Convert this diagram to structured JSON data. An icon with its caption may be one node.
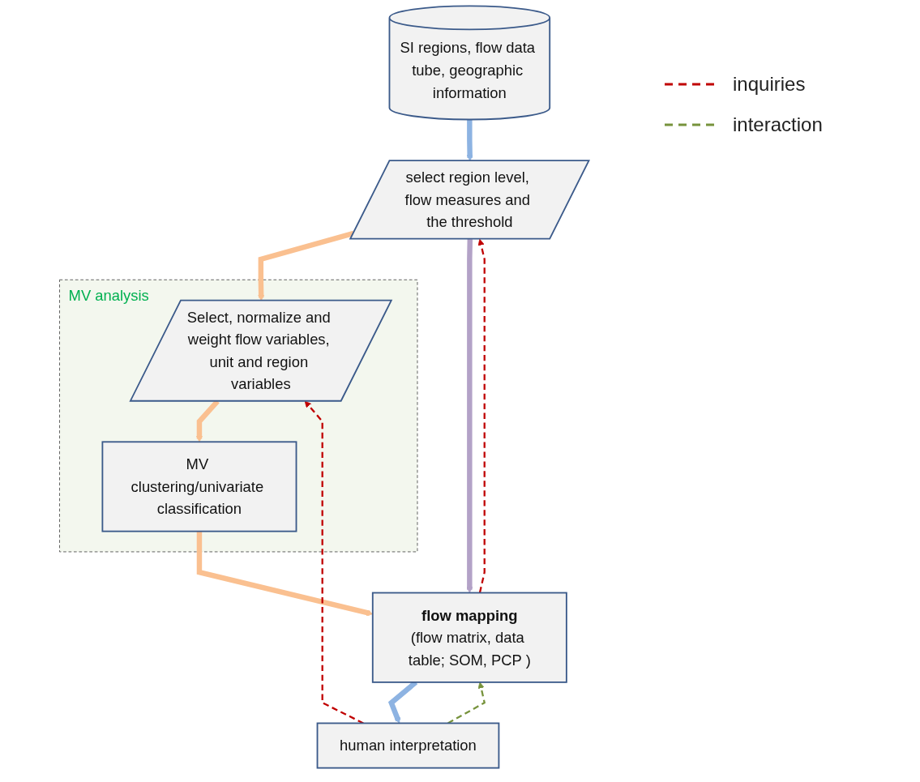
{
  "diagram": {
    "nodes": [
      {
        "text": [
          "SI regions, flow data tube, geographic information"
        ]
      },
      {
        "text": [
          "select region level, flow measures and the threshold"
        ]
      },
      {
        "text": [
          "MV analysis"
        ]
      },
      {
        "text": [
          "Select, normalize and weight flow variables, unit and region variables"
        ],
        "in": 2
      },
      {
        "text": [
          "MV clustering/univariate classification"
        ],
        "in": 2
      },
      {
        "text": [
          "flow mapping",
          "(flow matrix, data table; SOM, PCP )"
        ]
      },
      {
        "text": [
          "human interpretation"
        ]
      }
    ],
    "edges": [
      {
        "from": 0,
        "to": 1,
        "arrow": "to",
        "color": "#8db3e2"
      },
      {
        "from": 1,
        "to": 3,
        "arrow": "to",
        "color": "#fac090"
      },
      {
        "from": 3,
        "to": 4,
        "arrow": "to",
        "color": "#fac090"
      },
      {
        "from": 4,
        "to": 5,
        "arrow": "to",
        "color": "#fac090"
      },
      {
        "from": 1,
        "to": 5,
        "arrow": "to",
        "color": "#b3a2c7"
      },
      {
        "from": 5,
        "to": 6,
        "arrow": "to",
        "color": "#8db3e2"
      },
      {
        "from": 5,
        "to": 1,
        "arrow": "to",
        "style": "dashed",
        "color": "#c00000"
      },
      {
        "from": 6,
        "to": 3,
        "arrow": "to",
        "style": "dashed",
        "color": "#c00000"
      },
      {
        "from": 6,
        "to": 5,
        "arrow": "to",
        "style": "dashed",
        "color": "#77933c"
      }
    ],
    "legend": [
      {
        "text": "inquiries"
      },
      {
        "text": "interaction"
      }
    ]
  }
}
